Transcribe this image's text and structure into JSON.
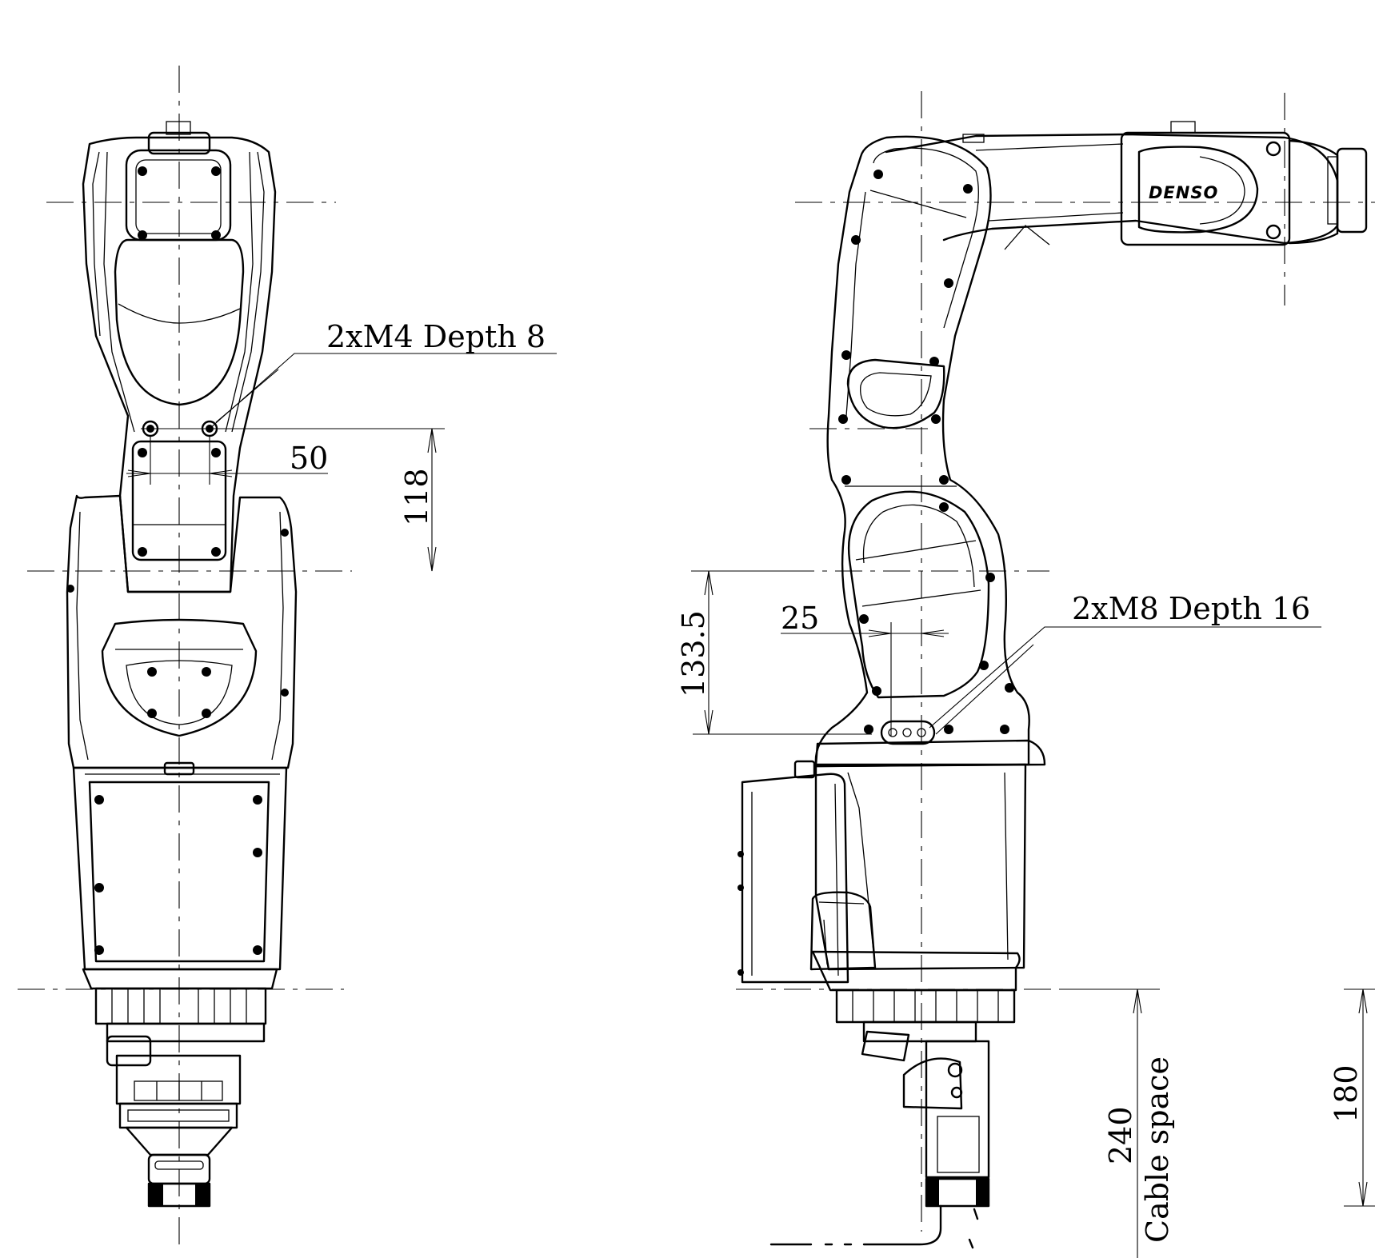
{
  "annotations": {
    "left_hole_callout": "2xM4 Depth 8",
    "left_dim_50": "50",
    "left_dim_118": "118",
    "right_hole_callout": "2xM8 Depth 16",
    "right_dim_25": "25",
    "right_dim_133": "133.5",
    "dim_240": "240",
    "cable_space": "Cable space",
    "dim_180": "180"
  },
  "logo": "DENSO"
}
